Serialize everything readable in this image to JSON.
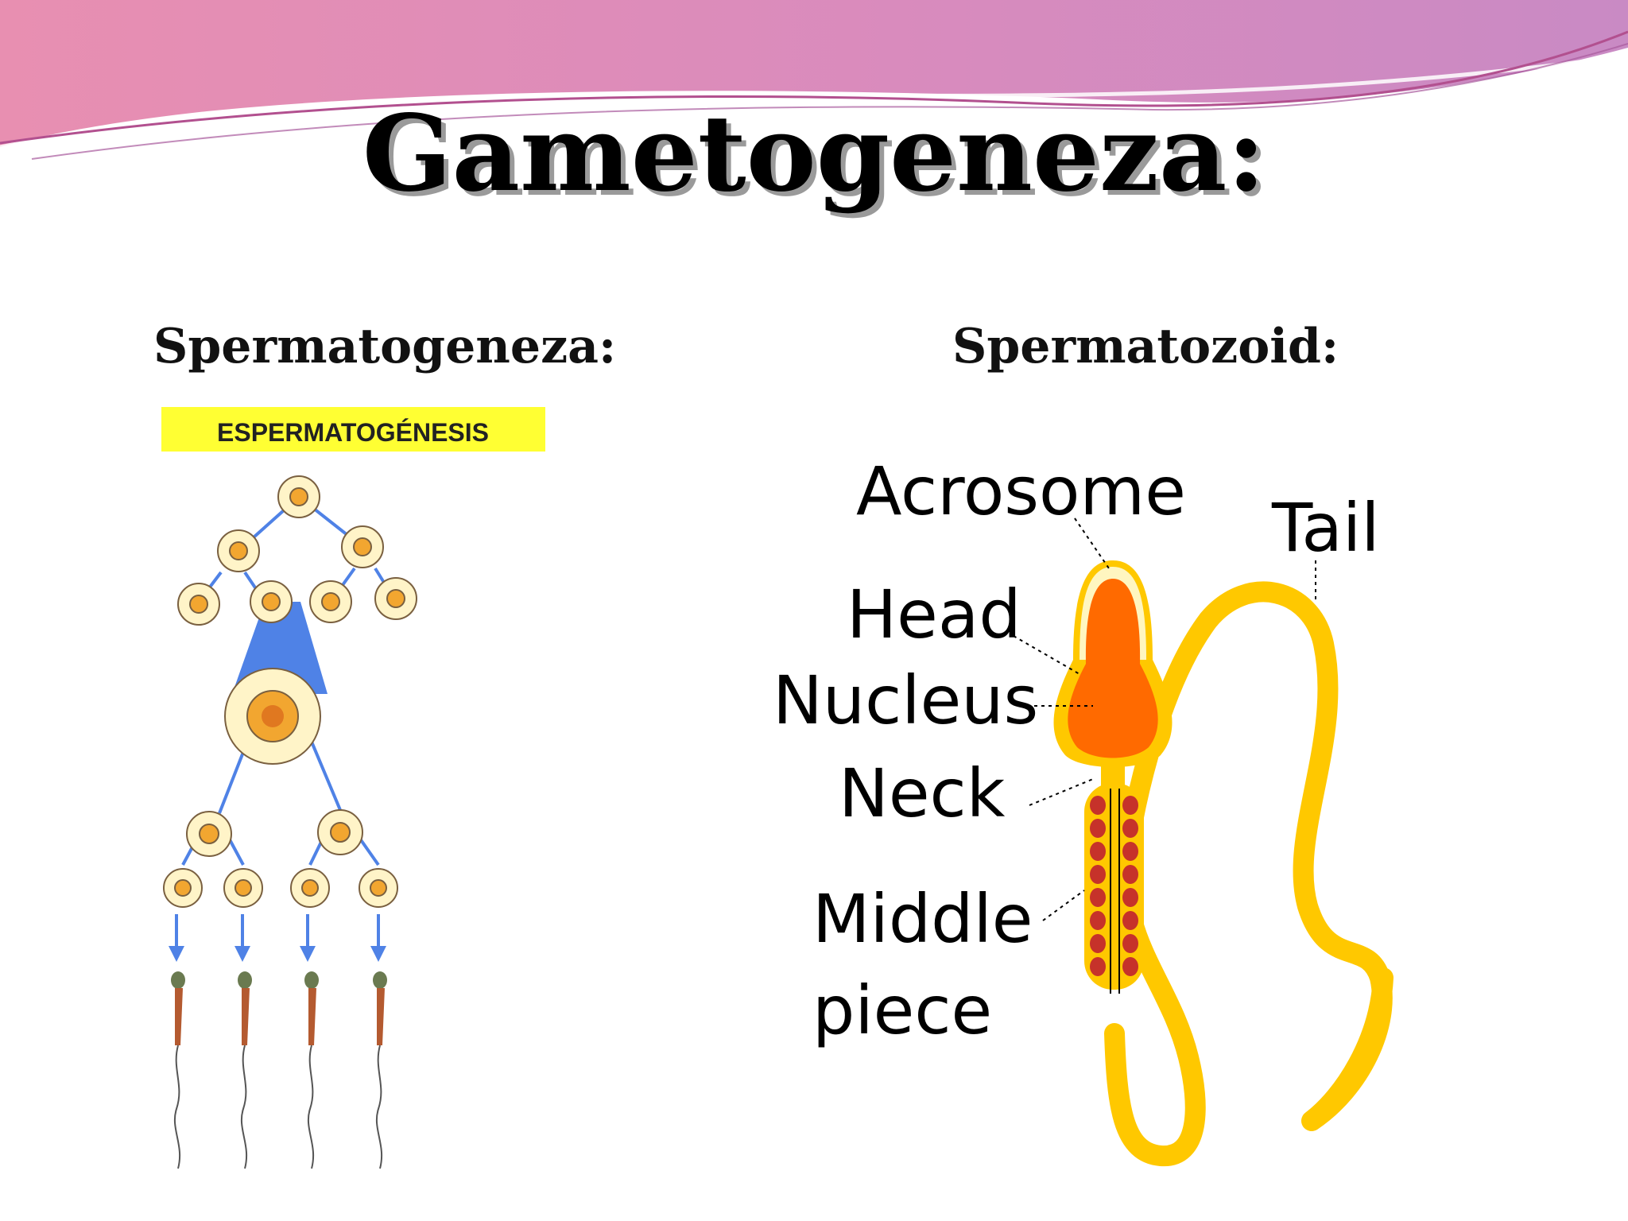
{
  "title": "Gametogeneza:",
  "left": {
    "subtitle": "Spermatogeneza:",
    "banner": "ESPERMATOGÉNESIS"
  },
  "right": {
    "subtitle": "Spermatozoid:",
    "labels": {
      "acrosome": "Acrosome",
      "tail": "Tail",
      "head": "Head",
      "nucleus": "Nucleus",
      "neck": "Neck",
      "middle_1": "Middle",
      "middle_2": "piece"
    }
  },
  "colors": {
    "header_pink": "#e88fb1",
    "header_violet": "#c98ac4",
    "banner_yellow": "#ffff33",
    "arrow_blue": "#4f82e6",
    "cell_fill": "#fff4c8",
    "cell_core": "#f2a630",
    "sperm_yellow": "#ffc800",
    "nucleus_orange": "#ff6a00",
    "mito_red": "#c6322a"
  }
}
